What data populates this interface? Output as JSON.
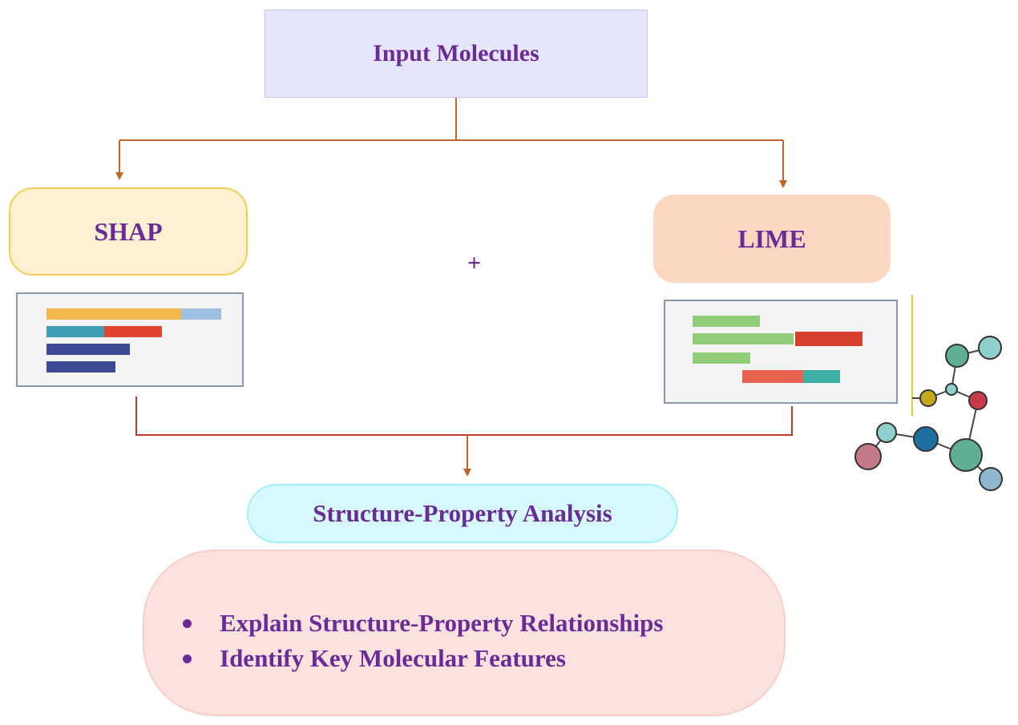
{
  "diagram": {
    "input": {
      "label": "Input Molecules"
    },
    "methods": [
      {
        "label": "SHAP"
      },
      {
        "label": "LIME"
      }
    ],
    "combiner": "+",
    "analysis": {
      "label": "Structure-Property Analysis"
    },
    "outcomes": [
      "Explain Structure-Property Relationships",
      "Identify Key Molecular Features"
    ]
  },
  "colors": {
    "label_text": "#6a2b98",
    "arrow_orange": "#c0662a",
    "connector_red": "#c0392b"
  },
  "icons": {
    "shap_chart": "horizontal-bar-chart-icon",
    "lime_chart": "horizontal-bar-chart-icon",
    "molecule": "molecule-graph-icon"
  }
}
